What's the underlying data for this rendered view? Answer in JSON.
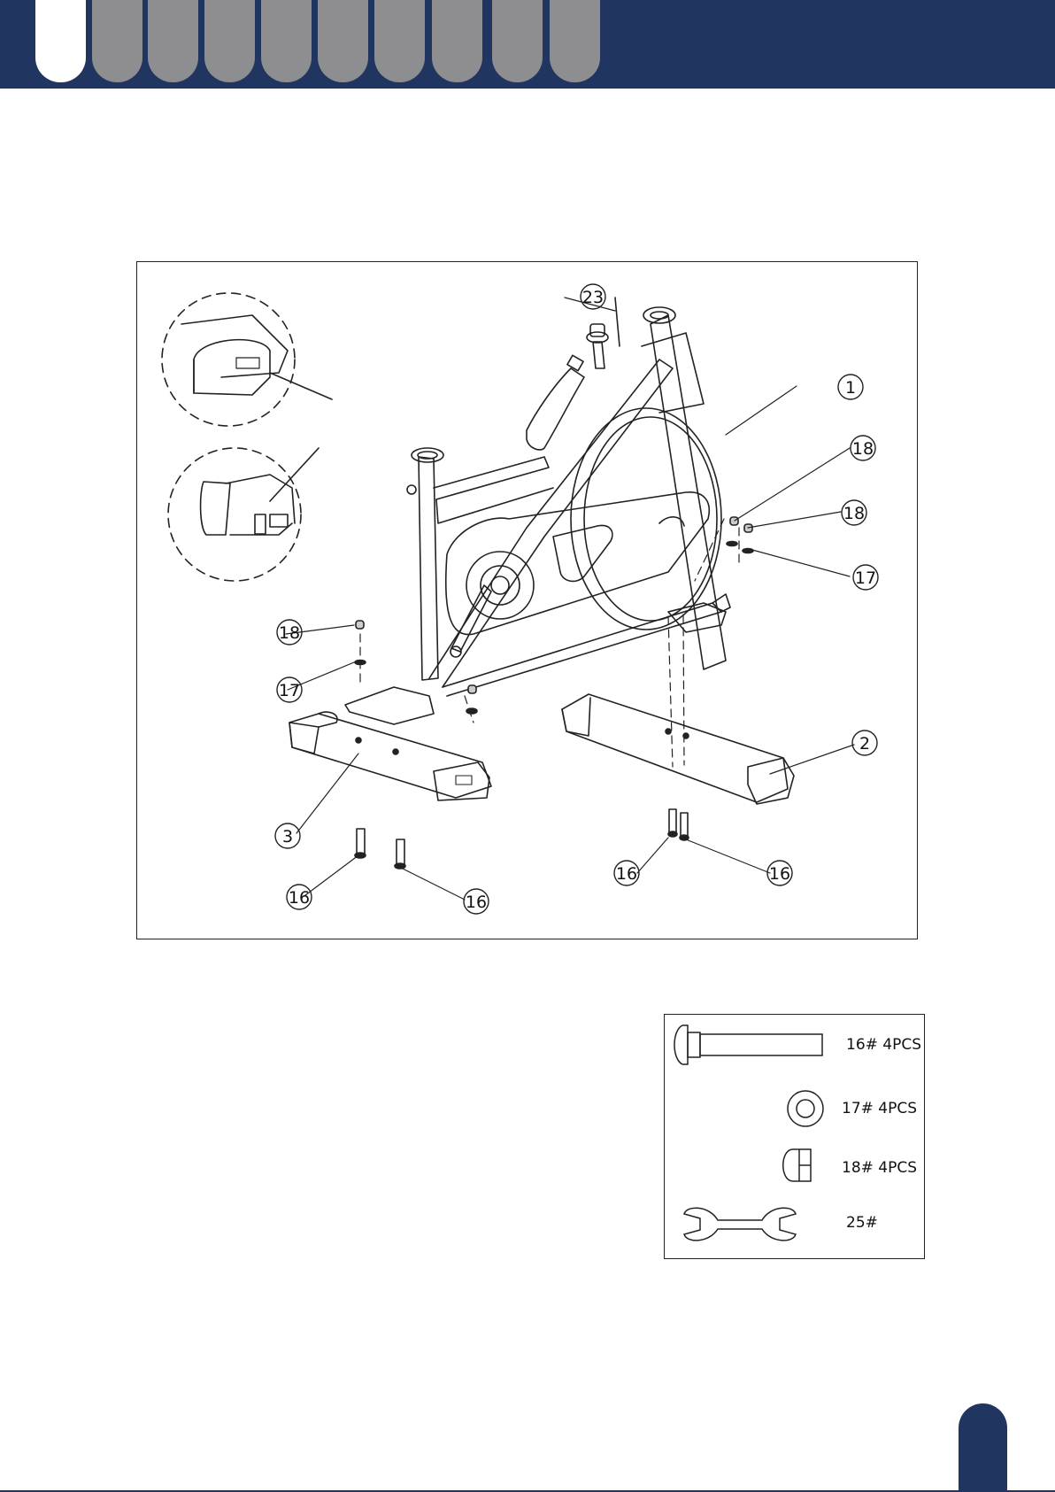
{
  "header": {
    "tabs": [
      "active",
      "inactive",
      "inactive",
      "inactive",
      "inactive",
      "inactive",
      "inactive",
      "inactive",
      "inactive",
      "inactive"
    ],
    "colors": {
      "band": "#213561",
      "inactive_tab": "#8e8e90",
      "active_tab": "#ffffff"
    }
  },
  "diagram": {
    "callouts": {
      "c23": "23",
      "c1": "1",
      "c18a": "18",
      "c18b": "18",
      "c17a": "17",
      "c18c": "18",
      "c17b": "17",
      "c2": "2",
      "c3": "3",
      "c16a": "16",
      "c16b": "16",
      "c16c": "16",
      "c16d": "16"
    }
  },
  "hardware": {
    "items": [
      {
        "label": "16# 4PCS",
        "icon": "carriage-bolt-icon"
      },
      {
        "label": "17#  4PCS",
        "icon": "washer-icon"
      },
      {
        "label": "18#  4PCS",
        "icon": "cap-nut-icon"
      },
      {
        "label": "25#",
        "icon": "wrench-icon"
      }
    ]
  }
}
